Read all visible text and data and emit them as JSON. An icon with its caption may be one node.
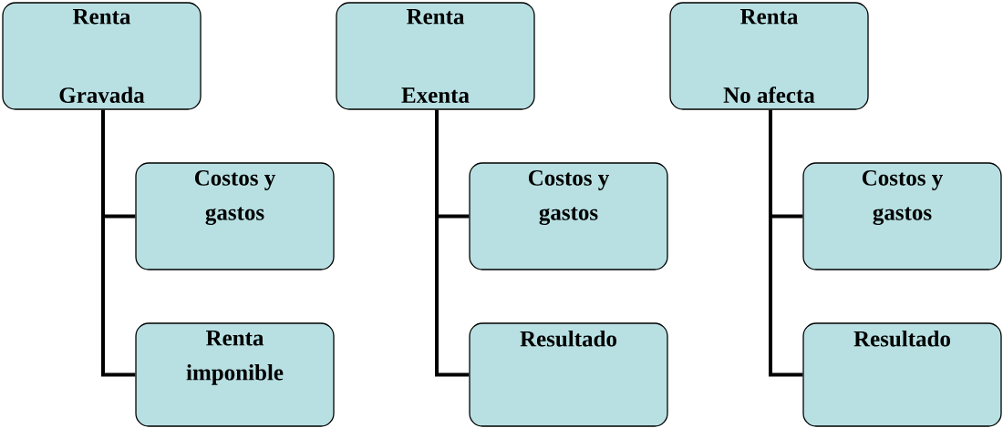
{
  "diagram": {
    "nodes": [
      {
        "text": [
          "Renta",
          "Gravada"
        ]
      },
      {
        "text": [
          "Renta",
          "Exenta"
        ]
      },
      {
        "text": [
          "Renta",
          "No afecta"
        ]
      },
      {
        "text": [
          "Costos y gastos"
        ]
      },
      {
        "text": [
          "Costos y gastos"
        ]
      },
      {
        "text": [
          "Costos y gastos"
        ]
      },
      {
        "text": [
          "Renta imponible"
        ]
      },
      {
        "text": [
          "Resultado"
        ]
      },
      {
        "text": [
          "Resultado"
        ]
      }
    ],
    "edges": [
      {
        "from": 0,
        "to": 3,
        "arrow": "none"
      },
      {
        "from": 0,
        "to": 6,
        "arrow": "none"
      },
      {
        "from": 1,
        "to": 4,
        "arrow": "none"
      },
      {
        "from": 1,
        "to": 7,
        "arrow": "none"
      },
      {
        "from": 2,
        "to": 5,
        "arrow": "none"
      },
      {
        "from": 2,
        "to": 8,
        "arrow": "none"
      }
    ]
  }
}
